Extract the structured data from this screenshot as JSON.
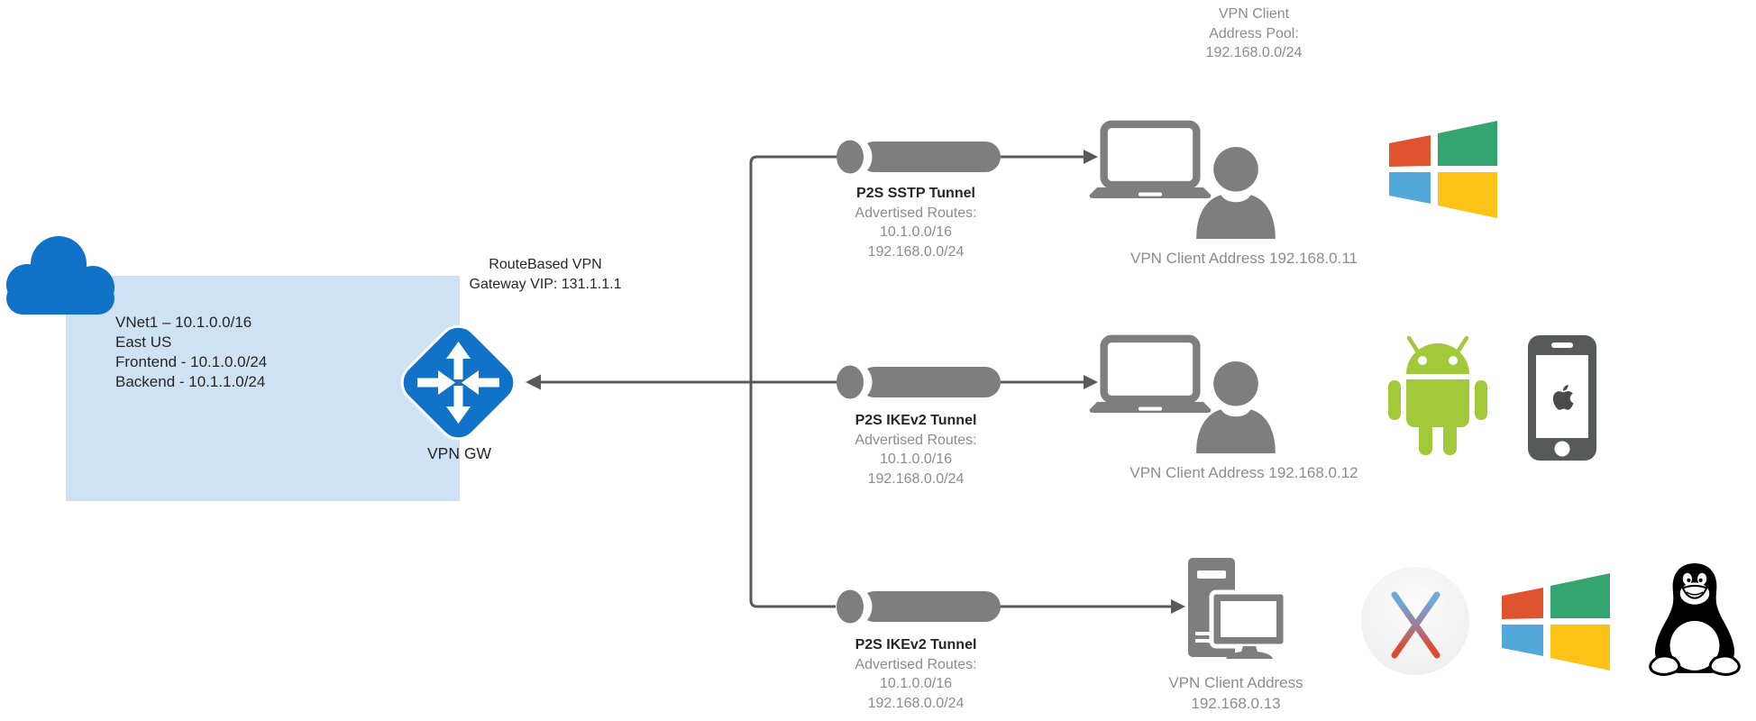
{
  "pool": {
    "lines": [
      "VPN Client",
      "Address Pool:",
      "192.168.0.0/24"
    ]
  },
  "vnet": {
    "lines": [
      "VNet1 – 10.1.0.0/16",
      "East US",
      "Frontend - 10.1.0.0/24",
      "Backend - 10.1.1.0/24"
    ]
  },
  "gateway": {
    "info_lines": [
      "RouteBased VPN",
      "Gateway VIP: 131.1.1.1"
    ],
    "label": "VPN GW"
  },
  "tunnels": [
    {
      "title": "P2S SSTP Tunnel",
      "routes_label": "Advertised Routes:",
      "routes": [
        "10.1.0.0/16",
        "192.168.0.0/24"
      ]
    },
    {
      "title": "P2S IKEv2 Tunnel",
      "routes_label": "Advertised Routes:",
      "routes": [
        "10.1.0.0/16",
        "192.168.0.0/24"
      ]
    },
    {
      "title": "P2S IKEv2 Tunnel",
      "routes_label": "Advertised Routes:",
      "routes": [
        "10.1.0.0/16",
        "192.168.0.0/24"
      ]
    }
  ],
  "clients": [
    {
      "label": "VPN Client Address 192.168.0.11",
      "device": "laptop-user",
      "os": [
        "windows"
      ]
    },
    {
      "label": "VPN Client Address 192.168.0.12",
      "device": "laptop-user",
      "os": [
        "android",
        "ios-iphone"
      ]
    },
    {
      "label_lines": [
        "VPN Client Address",
        "192.168.0.13"
      ],
      "device": "desktop-computer",
      "os": [
        "macos-x",
        "windows",
        "linux"
      ]
    }
  ],
  "icons": {
    "cloud": "azure-cloud-icon",
    "gateway": "vpn-gateway-router-icon",
    "tunnel": "tunnel-cylinder-icon",
    "laptop": "laptop-icon",
    "user": "user-icon",
    "desktop": "desktop-computer-icon",
    "windows": "windows-logo-icon",
    "android": "android-robot-icon",
    "iphone": "iphone-apple-icon",
    "macos": "macos-x-icon",
    "linux": "linux-tux-icon"
  },
  "colors": {
    "azure_blue": "#1173C7",
    "vnet_fill": "#CEE2F4",
    "connector_gray": "#595959",
    "shape_gray": "#7E7E7E",
    "text_gray": "#8C8C8C",
    "text_black": "#262626",
    "windows_orange": "#E0532F",
    "windows_green": "#34A56E",
    "windows_blue": "#52A7DB",
    "windows_yellow": "#FCC215",
    "android_green": "#A2C93A",
    "iphone_gray": "#58595B",
    "osx_blue": "#6FA8D8",
    "osx_red": "#DC4B32"
  }
}
